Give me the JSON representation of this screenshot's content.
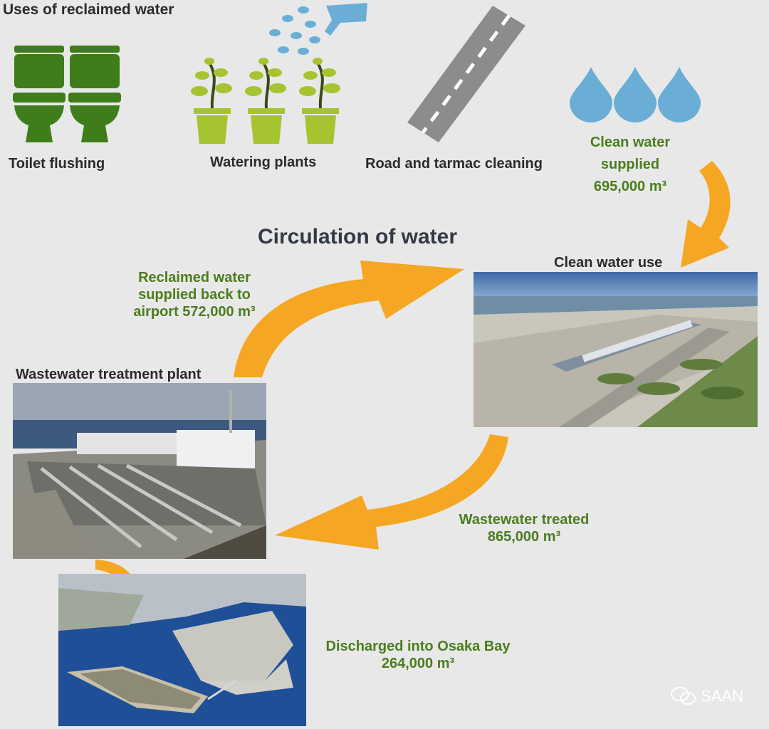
{
  "uses": {
    "title": "Uses of reclaimed water",
    "items": [
      {
        "label": "Toilet flushing",
        "icon": "toilet-icon"
      },
      {
        "label": "Watering plants",
        "icon": "potted-plant-icon"
      },
      {
        "label": "Road and tarmac cleaning",
        "icon": "road-icon"
      }
    ]
  },
  "clean_water": {
    "line1": "Clean water",
    "line2": "supplied",
    "amount": "695,000 m³",
    "icon": "water-drop-icon"
  },
  "circulation": {
    "title": "Circulation of water"
  },
  "reclaimed": {
    "line1": "Reclaimed water",
    "line2": "supplied back to",
    "line3": "airport 572,000 m³"
  },
  "clean_use": {
    "label": "Clean water use"
  },
  "plant": {
    "label": "Wastewater treatment plant"
  },
  "treated": {
    "line1": "Wastewater treated",
    "line2": "865,000 m³"
  },
  "discharged": {
    "line1": "Discharged into Osaka Bay",
    "line2": "264,000 m³"
  },
  "watermark": {
    "text": "SAAN"
  },
  "colors": {
    "arrow": "#f5a623",
    "label_green": "#4a7d1e",
    "toilet": "#3f7d1a",
    "pot": "#a6c330",
    "drop": "#6aaed6",
    "road": "#8a8c8e"
  }
}
